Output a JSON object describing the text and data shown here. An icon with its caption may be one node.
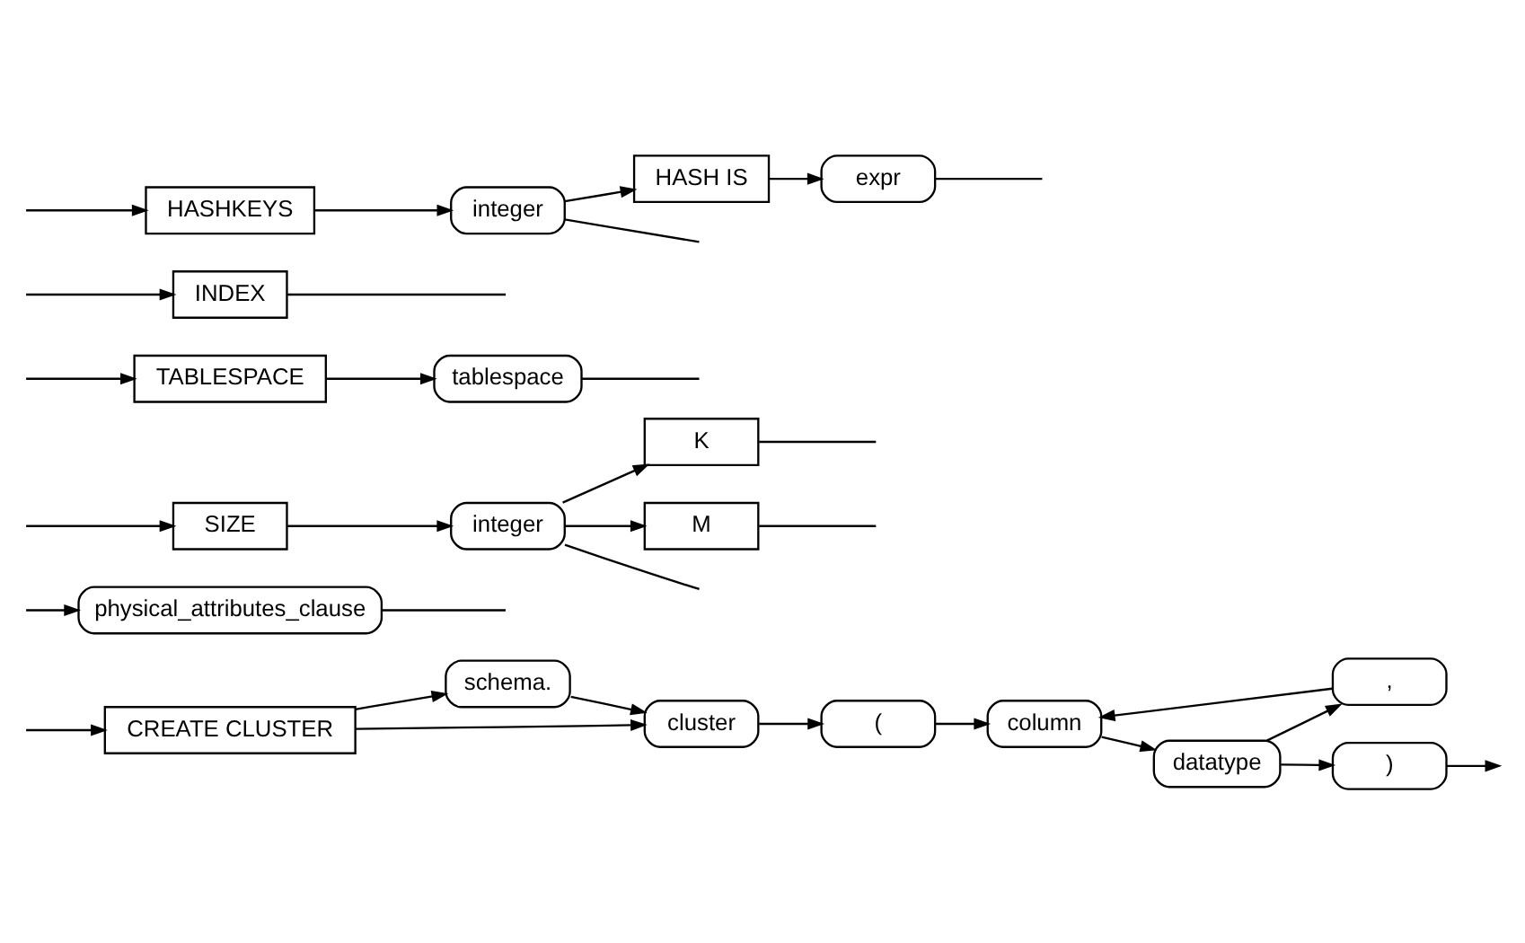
{
  "diagram": {
    "nodes": [
      {
        "text": [
          "CREATE CLUSTER"
        ]
      },
      {
        "text": [
          "schema."
        ]
      },
      {
        "text": [
          "cluster"
        ]
      },
      {
        "text": [
          "("
        ]
      },
      {
        "text": [
          "column"
        ]
      },
      {
        "text": [
          "datatype"
        ]
      },
      {
        "text": [
          ","
        ]
      },
      {
        "text": [
          ")"
        ]
      },
      {
        "text": [
          "physical_attributes_clause"
        ]
      },
      {
        "text": [
          "SIZE"
        ]
      },
      {
        "text": [
          "integer"
        ]
      },
      {
        "text": [
          "K"
        ]
      },
      {
        "text": [
          "M"
        ]
      },
      {
        "text": [
          "TABLESPACE"
        ]
      },
      {
        "text": [
          "tablespace"
        ]
      },
      {
        "text": [
          "INDEX"
        ]
      },
      {
        "text": [
          "HASHKEYS"
        ]
      },
      {
        "text": [
          "integer"
        ]
      },
      {
        "text": [
          "HASH IS"
        ]
      },
      {
        "text": [
          "expr"
        ]
      }
    ],
    "edges": [
      {
        "from": null,
        "to": 0,
        "arrow": "to"
      },
      {
        "from": 0,
        "to": 1,
        "arrow": "to"
      },
      {
        "from": 0,
        "to": 2,
        "arrow": "to"
      },
      {
        "from": 1,
        "to": 2,
        "arrow": "to"
      },
      {
        "from": 2,
        "to": 3,
        "arrow": "to"
      },
      {
        "from": 3,
        "to": 4,
        "arrow": "to"
      },
      {
        "from": 4,
        "to": 5,
        "arrow": "to"
      },
      {
        "from": 5,
        "to": 6,
        "arrow": "to"
      },
      {
        "from": 6,
        "to": 4,
        "arrow": "to"
      },
      {
        "from": 5,
        "to": 7,
        "arrow": "to"
      },
      {
        "from": 7,
        "to": null,
        "arrow": "to"
      },
      {
        "from": 8,
        "to": null,
        "arrow": "none"
      },
      {
        "from": 15,
        "to": null,
        "arrow": "none"
      },
      {
        "from": null,
        "to": 8,
        "arrow": "to"
      },
      {
        "from": null,
        "to": 9,
        "arrow": "to"
      },
      {
        "from": null,
        "to": 13,
        "arrow": "to"
      },
      {
        "from": null,
        "to": 15,
        "arrow": "to"
      },
      {
        "from": null,
        "to": 16,
        "arrow": "to"
      },
      {
        "from": 9,
        "to": 10,
        "arrow": "to"
      },
      {
        "from": 10,
        "to": 11,
        "arrow": "to"
      },
      {
        "from": 10,
        "to": 12,
        "arrow": "to"
      },
      {
        "from": 10,
        "to": null,
        "arrow": "none"
      },
      {
        "from": 11,
        "to": null,
        "arrow": "none"
      },
      {
        "from": 12,
        "to": null,
        "arrow": "none"
      },
      {
        "from": 13,
        "to": 14,
        "arrow": "to"
      },
      {
        "from": 14,
        "to": null,
        "arrow": "none"
      },
      {
        "from": 16,
        "to": 17,
        "arrow": "to"
      },
      {
        "from": 17,
        "to": 18,
        "arrow": "to"
      },
      {
        "from": 17,
        "to": null,
        "arrow": "none"
      },
      {
        "from": 18,
        "to": 19,
        "arrow": "to"
      },
      {
        "from": 19,
        "to": null,
        "arrow": "none"
      }
    ]
  }
}
